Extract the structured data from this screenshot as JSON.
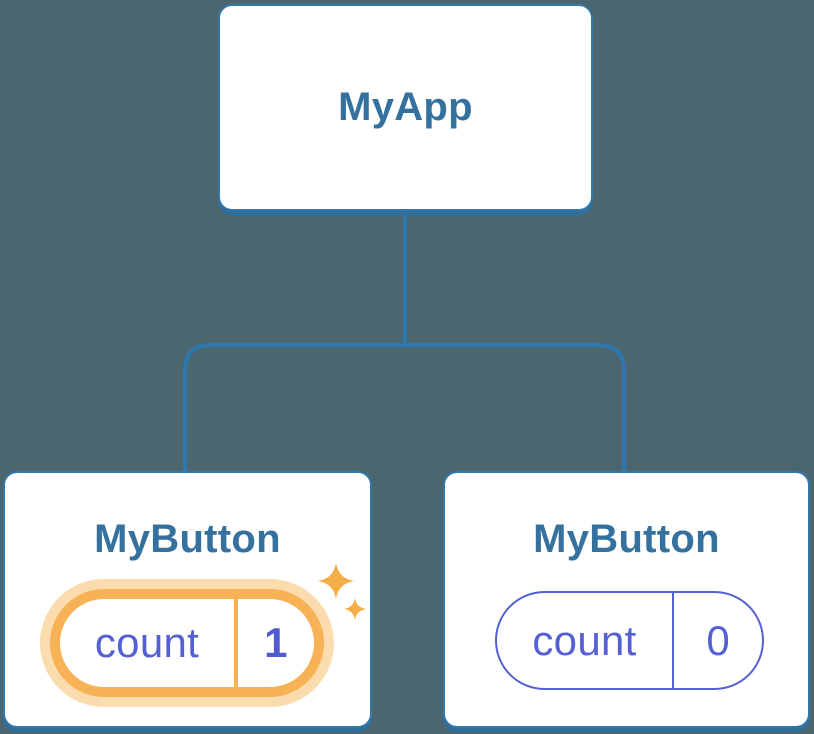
{
  "diagram": {
    "background_color": "#4c6670",
    "connector_color": "#2e78ad",
    "card_border_color": "#3377a8",
    "title_text_color": "#35719f",
    "state_text_color": "#5560d2",
    "highlight_ring_color": "#f6b254",
    "highlight_halo_color": "#fbdcae",
    "sparkle_color": "#f5ae47",
    "root": {
      "label": "MyApp"
    },
    "children": [
      {
        "label": "MyButton",
        "state": {
          "key": "count",
          "value": "1"
        },
        "highlighted": true,
        "icon": "sparkle-icon"
      },
      {
        "label": "MyButton",
        "state": {
          "key": "count",
          "value": "0"
        },
        "highlighted": false
      }
    ]
  }
}
